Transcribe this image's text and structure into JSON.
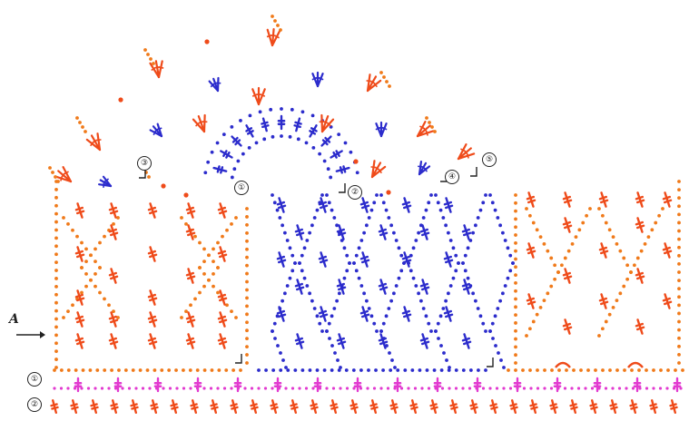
{
  "diagram": {
    "side_label": "A",
    "row_numbers": [
      "①",
      "②"
    ],
    "step_markers": [
      "①",
      "②",
      "③",
      "④",
      "⑤"
    ],
    "colors": {
      "background": "#ffffff",
      "orange_red": "#ef4b1a",
      "orange_dot": "#f07a1a",
      "blue": "#2c2ccc",
      "magenta": "#e23ad0",
      "ink": "#222222"
    },
    "symbols": {
      "chain": "dot",
      "double_crochet": "slashed-cross",
      "cluster": "fan",
      "picot": "small-arc"
    }
  }
}
